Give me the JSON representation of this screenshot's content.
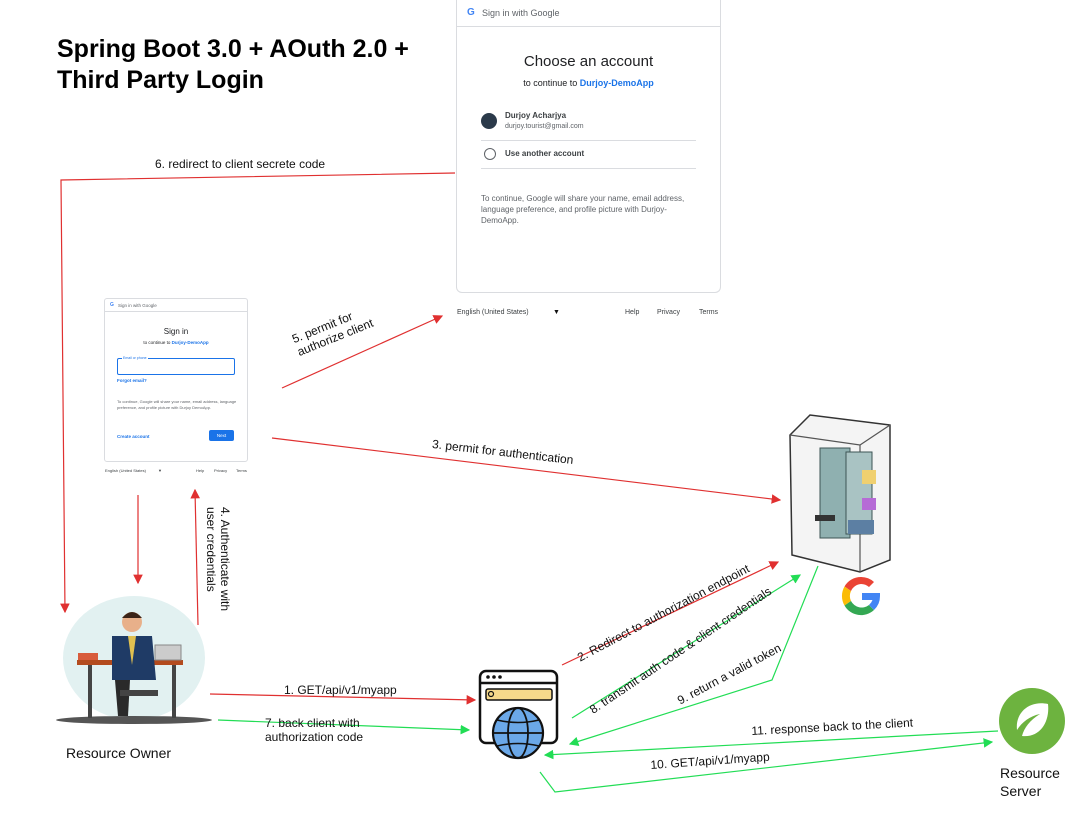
{
  "title_line1": "Spring Boot 3.0 + AOuth 2.0 +",
  "title_line2": "Third Party Login",
  "google_card": {
    "header": "Sign in with Google",
    "heading": "Choose an account",
    "subtitle_prefix": "to continue to",
    "app_name": "Durjoy-DemoApp",
    "account_name": "Durjoy Acharjya",
    "account_email": "durjoy.tourist@gmail.com",
    "other_account": "Use another account",
    "note": "To continue, Google will share your name, email address, language preference, and profile picture with Durjoy-DemoApp.",
    "language": "English (United States)",
    "help": "Help",
    "privacy": "Privacy",
    "terms": "Terms"
  },
  "signin_card": {
    "header": "Sign in with Google",
    "heading": "Sign in",
    "subtitle_prefix": "to continue to",
    "app_name": "Durjoy-DemoApp",
    "input_label": "Email or phone",
    "forgot": "Forgot email?",
    "note": "To continue, Google will share your name, email address, language preference, and profile picture with Durjoy DemoApp.",
    "create": "Create account",
    "next": "Next",
    "language": "English (United States)",
    "help": "Help",
    "privacy": "Privacy",
    "terms": "Terms"
  },
  "steps": {
    "s1": "1. GET/api/v1/myapp",
    "s2": "2. Redirect to authorization endpoint",
    "s3": "3. permit for authentication",
    "s4a": "4. Authenticate with",
    "s4b": "user credentials",
    "s5a": "5. permit for",
    "s5b": "authorize client",
    "s6": "6. redirect to client secrete code",
    "s7a": "7. back client with",
    "s7b": "authorization code",
    "s8": "8. transmit auth code & client credentials",
    "s9": "9. return a valid token",
    "s10": "10. GET/api/v1/myapp",
    "s11": "11. response back to the client"
  },
  "nodes": {
    "resource_owner": "Resource Owner",
    "resource_server_1": "Resource",
    "resource_server_2": "Server"
  },
  "colors": {
    "red_arrow": "#e03030",
    "green_arrow": "#22dd55",
    "google_blue": "#4285f4",
    "spring_green": "#6db33f"
  }
}
